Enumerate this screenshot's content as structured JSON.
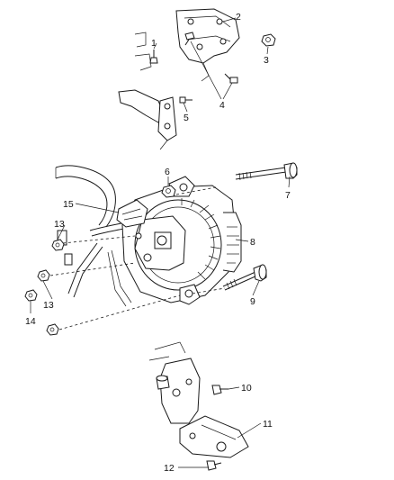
{
  "callouts": [
    {
      "id": "c1",
      "label": "1"
    },
    {
      "id": "c2",
      "label": "2"
    },
    {
      "id": "c3",
      "label": "3"
    },
    {
      "id": "c4",
      "label": "4"
    },
    {
      "id": "c5",
      "label": "5"
    },
    {
      "id": "c6",
      "label": "6"
    },
    {
      "id": "c7",
      "label": "7"
    },
    {
      "id": "c8",
      "label": "8"
    },
    {
      "id": "c9",
      "label": "9"
    },
    {
      "id": "c10",
      "label": "10"
    },
    {
      "id": "c11",
      "label": "11"
    },
    {
      "id": "c12",
      "label": "12"
    },
    {
      "id": "c13a",
      "label": "13"
    },
    {
      "id": "c13b",
      "label": "13"
    },
    {
      "id": "c14",
      "label": "14"
    },
    {
      "id": "c15",
      "label": "15"
    }
  ],
  "colors": {
    "ink": "#1a1a1a",
    "paper": "#ffffff"
  }
}
